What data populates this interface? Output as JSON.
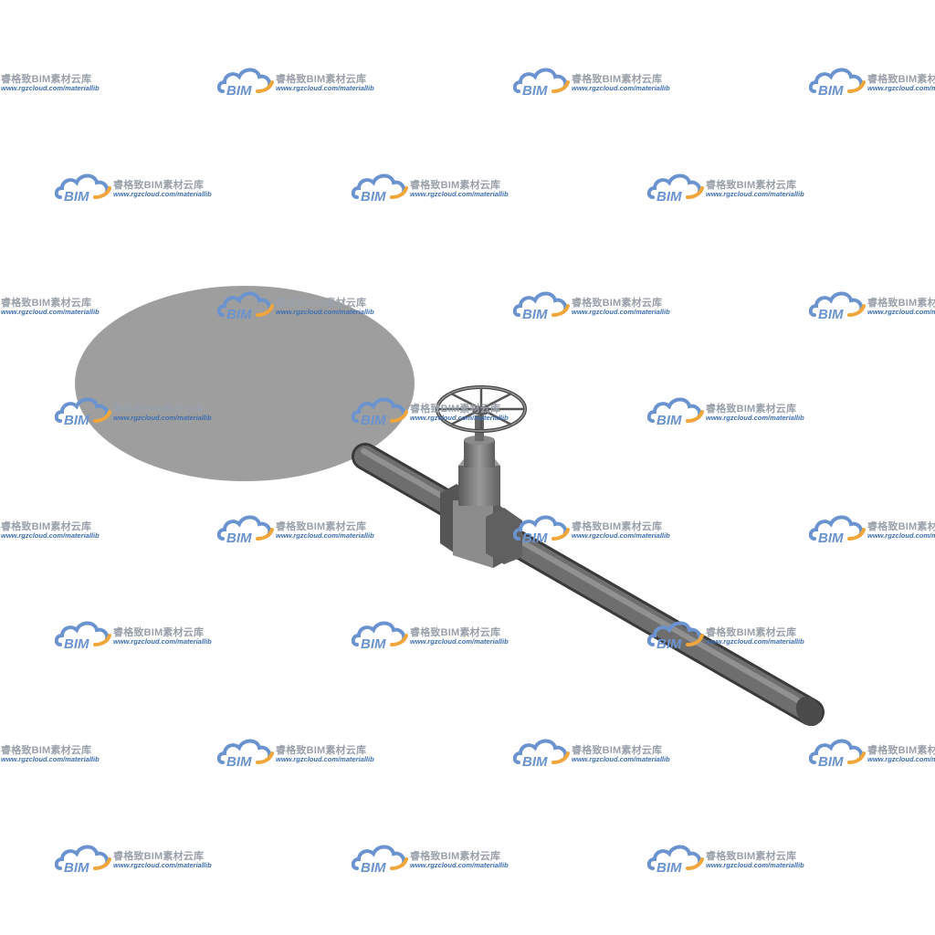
{
  "watermark": {
    "logo_text": "BIM",
    "name": "睿格致BIM素材云库",
    "url": "www.rgzcloud.com/materiallib",
    "colors": {
      "cloud": "#6a93cf",
      "swoosh": "#f0a63a",
      "text": "#9aa1ab",
      "url": "#3f6fb2"
    }
  },
  "model": {
    "icon": "gate-valve-with-handwheel-on-pipe",
    "colors": {
      "pipe": "#6d6d6d",
      "valve_body": "#7a7a7a",
      "shadow": "#9e9e9e"
    }
  }
}
